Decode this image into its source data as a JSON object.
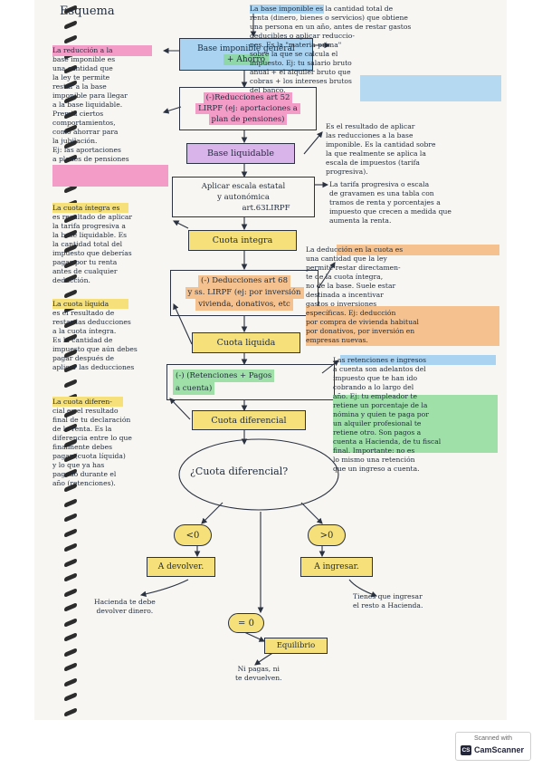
{
  "title": "Esquema",
  "boxes": {
    "base_imponible_1": "Base imponible general",
    "base_imponible_2": "+ Ahorro",
    "reducciones_1": "(-)Reducciones art 52",
    "reducciones_2": "LIRPF (ej: aportaciones a",
    "reducciones_3": "plan de pensiones)",
    "base_liquidable": "Base liquidable",
    "escala_1": "Aplicar escala estatal",
    "escala_2": "y autonómica",
    "escala_3": "art.63LIRPF",
    "cuota_integra": "Cuota integra",
    "deducciones_1": "(-) Deducciones art 68",
    "deducciones_2": "y ss. LIRPF (ej: por inversión",
    "deducciones_3": "vivienda, donativos, etc",
    "cuota_liquida": "Cuota liquida",
    "retenciones_1": "(-) (Retenciones + Pagos",
    "retenciones_2": "a cuenta)",
    "cuota_diferencial": "Cuota diferencial",
    "pregunta": "¿Cuota diferencial?",
    "menor_cero": "<0",
    "mayor_cero": ">0",
    "igual_cero": "= 0",
    "a_devolver": "A devolver.",
    "a_ingresar": "A ingresar.",
    "equilibrio": "Equilibrio"
  },
  "right_notes": {
    "base_imponible": "La base imponible es la cantidad total de\nrenta (dinero, bienes o servicios) que obtiene\nuna persona en un año, antes de restar gastos\ndeducibles o aplicar reduccio-\nnes. Es la \"materia prima\"\nsobre la que se calcula el\nimpuesto. Ej: tu salario bruto\nanual + el alquiler bruto que\ncobras + los intereses brutos\ndel banco.",
    "base_liquidable": "Es el resultado de aplicar\nlas reducciones a la base\nimponible. Es la cantidad sobre\nla que realmente se aplica la\nescala de impuestos (tarifa\nprogresiva).",
    "tarifa": "La tarifa progresiva o escala\nde gravamen es una tabla con\ntramos de renta y porcentajes a\nimpuesto que crecen a medida que\naumenta la renta.",
    "deduccion": "La deducción en la cuota es\nuna cantidad que la ley\npermite restar directamen-\nte de la cuota íntegra,\nno de la base. Suele estar\ndestinada a incentivar\ngastos o inversiones\nespecíficas. Ej: deducción\npor compra de vivienda habitual\npor donativos, por inversión en\nempresas nuevas.",
    "retenciones": "Las retenciones e ingresos\na cuenta son adelantos del\nimpuesto que te han ido\ncobrando a lo largo del\naño. Ej: tu empleador te\nretiene un porcentaje de la\nnómina y quien te paga por\nun alquiler profesional te\nretiene otro. Son pagos a\ncuenta a Hacienda, de tu fiscal\nfinal. Importante: no es\nlo mismo una retención\nque un ingreso a cuenta."
  },
  "left_notes": {
    "reduccion": "La reducción a la\nbase imponible es\nuna cantidad que\nla ley te permite\nrestar a la base\nimponible para llegar\na la base liquidable.\nPremia ciertos\ncomportamientos,\ncomo ahorrar para\nla jubilación.\nEj: las aportaciones\na planes de pensiones",
    "cuota_integra": "La cuota íntegra es\nes resultado de aplicar\nla tarifa progresiva a\nla base liquidable. Es\nla cantidad total del\nimpuesto que deberías\npagar por tu renta\nantes de cualquier\ndeducción.",
    "cuota_liquida": "La cuota líquida\nes el resultado de\nrestar las deducciones\na la cuota íntegra.\nEs la cantidad de\nimpuesto que aún debes\npagar después de\naplicar las deducciones",
    "cuota_diferencial": "La cuota diferen-\ncial es el resultado\nfinal de tu declaración\nde la renta. Es la\ndiferencia entre lo que\nfinalmente debes\npagar (cuota líquida)\ny lo que ya has\npagado durante el\naño (retenciones)."
  },
  "bottom_notes": {
    "devolver": "Hacienda te debe\ndevolver dinero.",
    "ingresar": "Tienes que ingresar\nel resto a Hacienda.",
    "equilibrio": "Ni pagas, ni\nte devuelven."
  },
  "scanner": {
    "caption": "Scanned with",
    "logo": "CS",
    "brand": "CamScanner"
  }
}
